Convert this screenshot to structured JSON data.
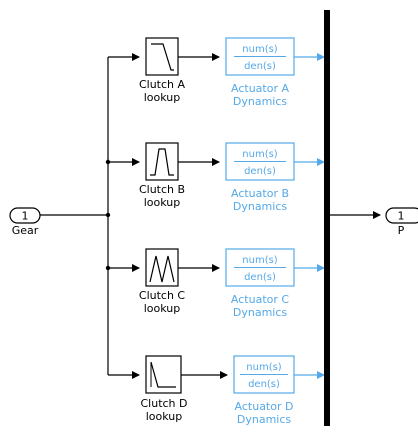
{
  "inport": {
    "number": "1",
    "label": "Gear"
  },
  "outport": {
    "number": "1",
    "label": "P"
  },
  "colors": {
    "actuator": "#55a9e8",
    "line": "#000000",
    "mux": "#000000"
  },
  "clutches": [
    {
      "line1": "Clutch A",
      "line2": "lookup",
      "icon": "ramp-down-icon"
    },
    {
      "line1": "Clutch B",
      "line2": "lookup",
      "icon": "trapezoid-pulse-icon"
    },
    {
      "line1": "Clutch C",
      "line2": "lookup",
      "icon": "double-triangle-icon"
    },
    {
      "line1": "Clutch D",
      "line2": "lookup",
      "icon": "ramp-down-step-icon"
    }
  ],
  "actuators": [
    {
      "num": "num(s)",
      "den": "den(s)",
      "line1": "Actuator A",
      "line2": "Dynamics"
    },
    {
      "num": "num(s)",
      "den": "den(s)",
      "line1": "Actuator B",
      "line2": "Dynamics"
    },
    {
      "num": "num(s)",
      "den": "den(s)",
      "line1": "Actuator C",
      "line2": "Dynamics"
    },
    {
      "num": "num(s)",
      "den": "den(s)",
      "line1": "Actuator D",
      "line2": "Dynamics"
    }
  ]
}
